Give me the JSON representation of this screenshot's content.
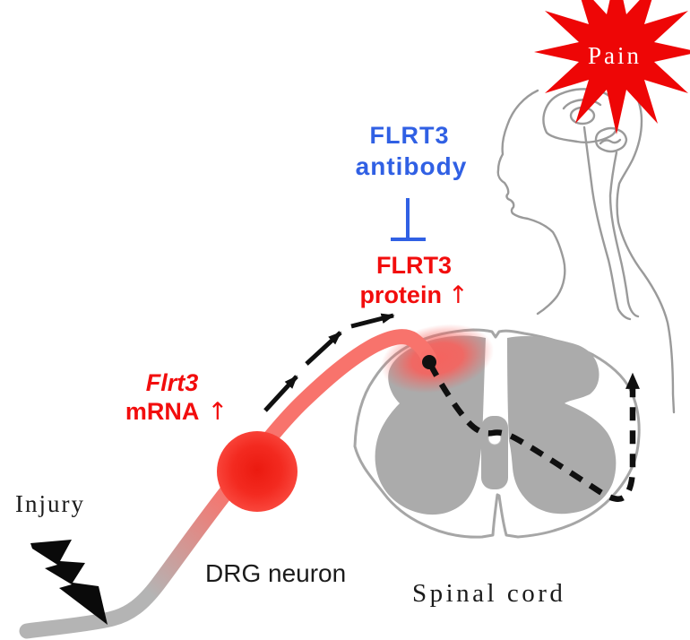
{
  "figure": {
    "description": "Schematic of FLRT3-mediated neuropathic pain pathway after nerve injury",
    "labels": {
      "pain": "Pain",
      "antibody_line1": "FLRT3",
      "antibody_line2": "antibody",
      "protein_line1": "FLRT3",
      "protein_line2": "protein",
      "protein_arrow": "↑",
      "mrna_line1": "Flrt3",
      "mrna_line2": "mRNA",
      "mrna_arrow": "↑",
      "injury": "Injury",
      "drg_neuron": "DRG neuron",
      "spinal_cord": "Spinal cord"
    },
    "colors": {
      "red_text": "#F20D0D",
      "blue": "#3060E4",
      "starburst_red": "#EE0606",
      "pain_text": "#FFFFFF",
      "salmon_axon": "#F8736C",
      "nerve_gray": "#B4B4B4",
      "gray_matter": "#ABABAB",
      "cord_outline": "#A6A6A6",
      "head_outline": "#9A9A9A",
      "black": "#1B1B1B"
    }
  }
}
